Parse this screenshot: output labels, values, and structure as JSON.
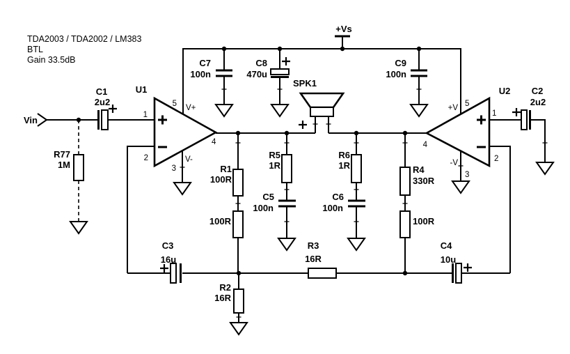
{
  "title": {
    "line1": "TDA2003 / TDA2002 / LM383",
    "line2": "BTL",
    "line3": "Gain 33.5dB"
  },
  "power": {
    "label": "+Vs"
  },
  "input": {
    "label": "Vin"
  },
  "speaker": {
    "ref": "SPK1",
    "polarity": "+"
  },
  "opamps": {
    "u1": {
      "ref": "U1",
      "pin_noninv": "1",
      "pin_inv": "2",
      "pin_gnd": "3",
      "pin_out": "4",
      "pin_vs": "5",
      "vs_label": "V+",
      "gnd_label": "V-"
    },
    "u2": {
      "ref": "U2",
      "pin_noninv": "1",
      "pin_inv": "2",
      "pin_gnd": "3",
      "pin_out": "4",
      "pin_vs": "5",
      "vs_label": "+V",
      "gnd_label": "-V"
    }
  },
  "resistors": {
    "r77": {
      "ref": "R77",
      "value": "1M"
    },
    "r1": {
      "ref": "R1",
      "value": "100R",
      "value2": "100R"
    },
    "r2": {
      "ref": "R2",
      "value": "16R"
    },
    "r3": {
      "ref": "R3",
      "value": "16R"
    },
    "r4": {
      "ref": "R4",
      "value": "330R",
      "value2": "100R"
    },
    "r5": {
      "ref": "R5",
      "value": "1R"
    },
    "r6": {
      "ref": "R6",
      "value": "1R"
    }
  },
  "capacitors": {
    "c1": {
      "ref": "C1",
      "value": "2u2",
      "polarity": "+"
    },
    "c2": {
      "ref": "C2",
      "value": "2u2",
      "polarity": "+"
    },
    "c3": {
      "ref": "C3",
      "value": "16u",
      "polarity": "+"
    },
    "c4": {
      "ref": "C4",
      "value": "10u",
      "polarity": "+"
    },
    "c5": {
      "ref": "C5",
      "value": "100n"
    },
    "c6": {
      "ref": "C6",
      "value": "100n"
    },
    "c7": {
      "ref": "C7",
      "value": "100n"
    },
    "c8": {
      "ref": "C8",
      "value": "470u",
      "polarity": "+"
    },
    "c9": {
      "ref": "C9",
      "value": "100n"
    }
  }
}
